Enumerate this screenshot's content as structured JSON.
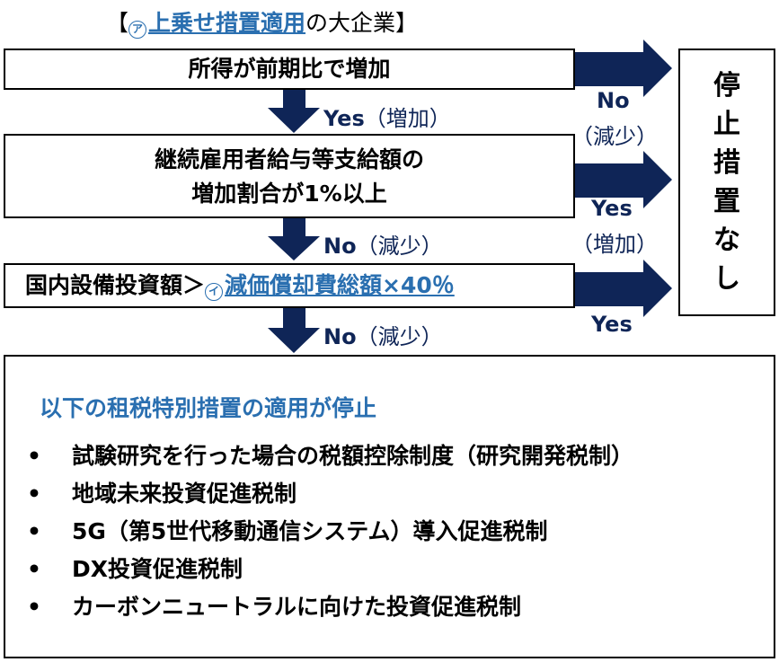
{
  "title": {
    "bracket_open": "【",
    "marker": "ア",
    "link_text": "上乗せ措置適用",
    "rest": "の大企業",
    "bracket_close": "】"
  },
  "steps": {
    "step1": "所得が前期比で増加",
    "step2_line1": "継続雇用者給与等支給額の",
    "step2_line2": "増加割合が1%以上",
    "step3_prefix": "国内設備投資額＞",
    "step3_marker": "イ",
    "step3_link": "減価償却費総額×40％"
  },
  "down_labels": {
    "d1_main": "Yes",
    "d1_paren": "（増加）",
    "d2_main": "No",
    "d2_paren": "（減少）",
    "d3_main": "No",
    "d3_paren": "（減少）"
  },
  "side_labels": {
    "s1_main": "No",
    "s1_paren": "（減少）",
    "s2_main": "Yes",
    "s2_paren": "（増加）",
    "s3_main": "Yes"
  },
  "outcome_right": {
    "chars": [
      "停",
      "止",
      "措",
      "置",
      "な",
      "し"
    ]
  },
  "result": {
    "title": "以下の租税特別措置の適用が停止",
    "bullet": "•",
    "items": [
      "試験研究を行った場合の税額控除制度（研究開発税制）",
      "地域未来投資促進税制",
      "5G（第5世代移動通信システム）導入促進税制",
      "DX投資促進税制",
      "カーボンニュートラルに向けた投資促進税制"
    ]
  },
  "colors": {
    "arrow": "#0f2557",
    "accent": "#2a6fb0",
    "border": "#000000"
  }
}
